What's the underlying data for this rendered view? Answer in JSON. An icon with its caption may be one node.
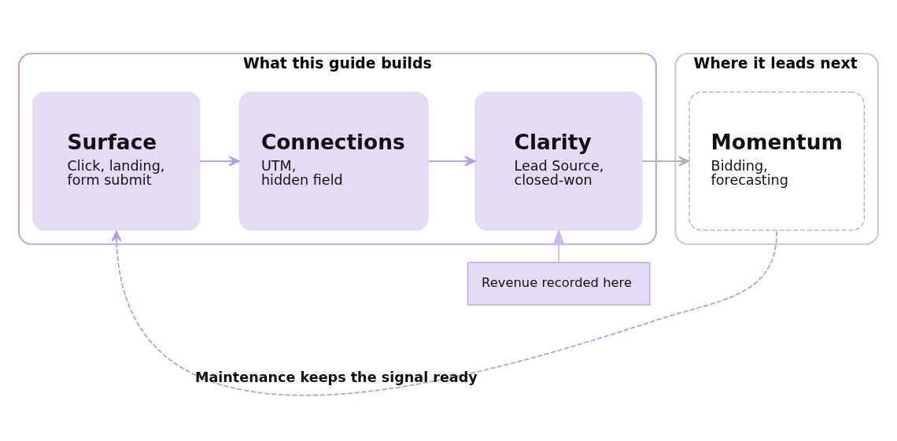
{
  "diagram": {
    "nodes": [
      {
        "text": [
          "What this guide builds"
        ]
      },
      {
        "text": [
          "Surface",
          "Click, landing, form submit"
        ],
        "in": 0
      },
      {
        "text": [
          "Connections",
          "UTM, hidden field"
        ],
        "in": 0
      },
      {
        "text": [
          "Clarity",
          "Lead Source, closed-won"
        ],
        "in": 0
      },
      {
        "text": [
          "Where it leads next"
        ]
      },
      {
        "text": [
          "Momentum",
          "Bidding, forecasting"
        ],
        "in": 4
      },
      {
        "text": [
          "Revenue recorded here"
        ]
      }
    ],
    "edges": [
      {
        "from": 1,
        "to": 2,
        "arrow": "to"
      },
      {
        "from": 2,
        "to": 3,
        "arrow": "to"
      },
      {
        "from": 3,
        "to": 5,
        "arrow": "to",
        "color": "#b0b0b0"
      },
      {
        "from": 5,
        "to": 1,
        "arrow": "to",
        "style": "dashed",
        "label": "Maintenance keeps the signal ready"
      },
      {
        "from": 6,
        "to": 3,
        "arrow": "to",
        "color": "#c9b8f2"
      }
    ]
  }
}
